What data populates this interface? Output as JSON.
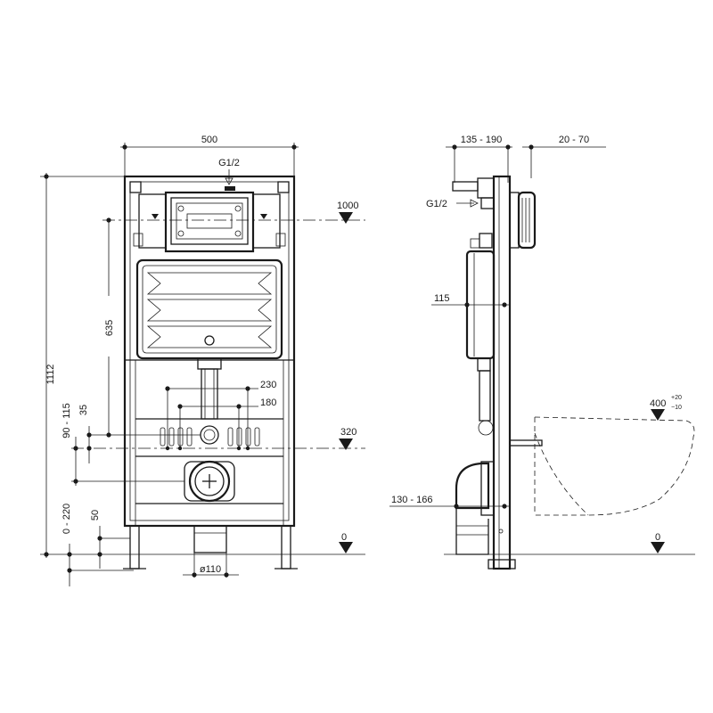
{
  "front": {
    "width_dim": "500",
    "inlet": "G1/2",
    "height_total": "1112",
    "height_cistern": "1000",
    "height_635": "635",
    "spacing_230": "230",
    "spacing_180": "180",
    "height_320": "320",
    "range_90_115": "90 - 115",
    "offset_35": "35",
    "range_0_220": "0 - 220",
    "height_50": "50",
    "drain_dia": "ø110",
    "floor_level": "0"
  },
  "side": {
    "depth_dim": "135 - 190",
    "wall_dim": "20 - 70",
    "inlet": "G1/2",
    "offset_115": "115",
    "seat_height": "400",
    "seat_tol_plus": "+20",
    "seat_tol_minus": "−10",
    "drain_range": "130 - 166",
    "floor_level": "0"
  }
}
